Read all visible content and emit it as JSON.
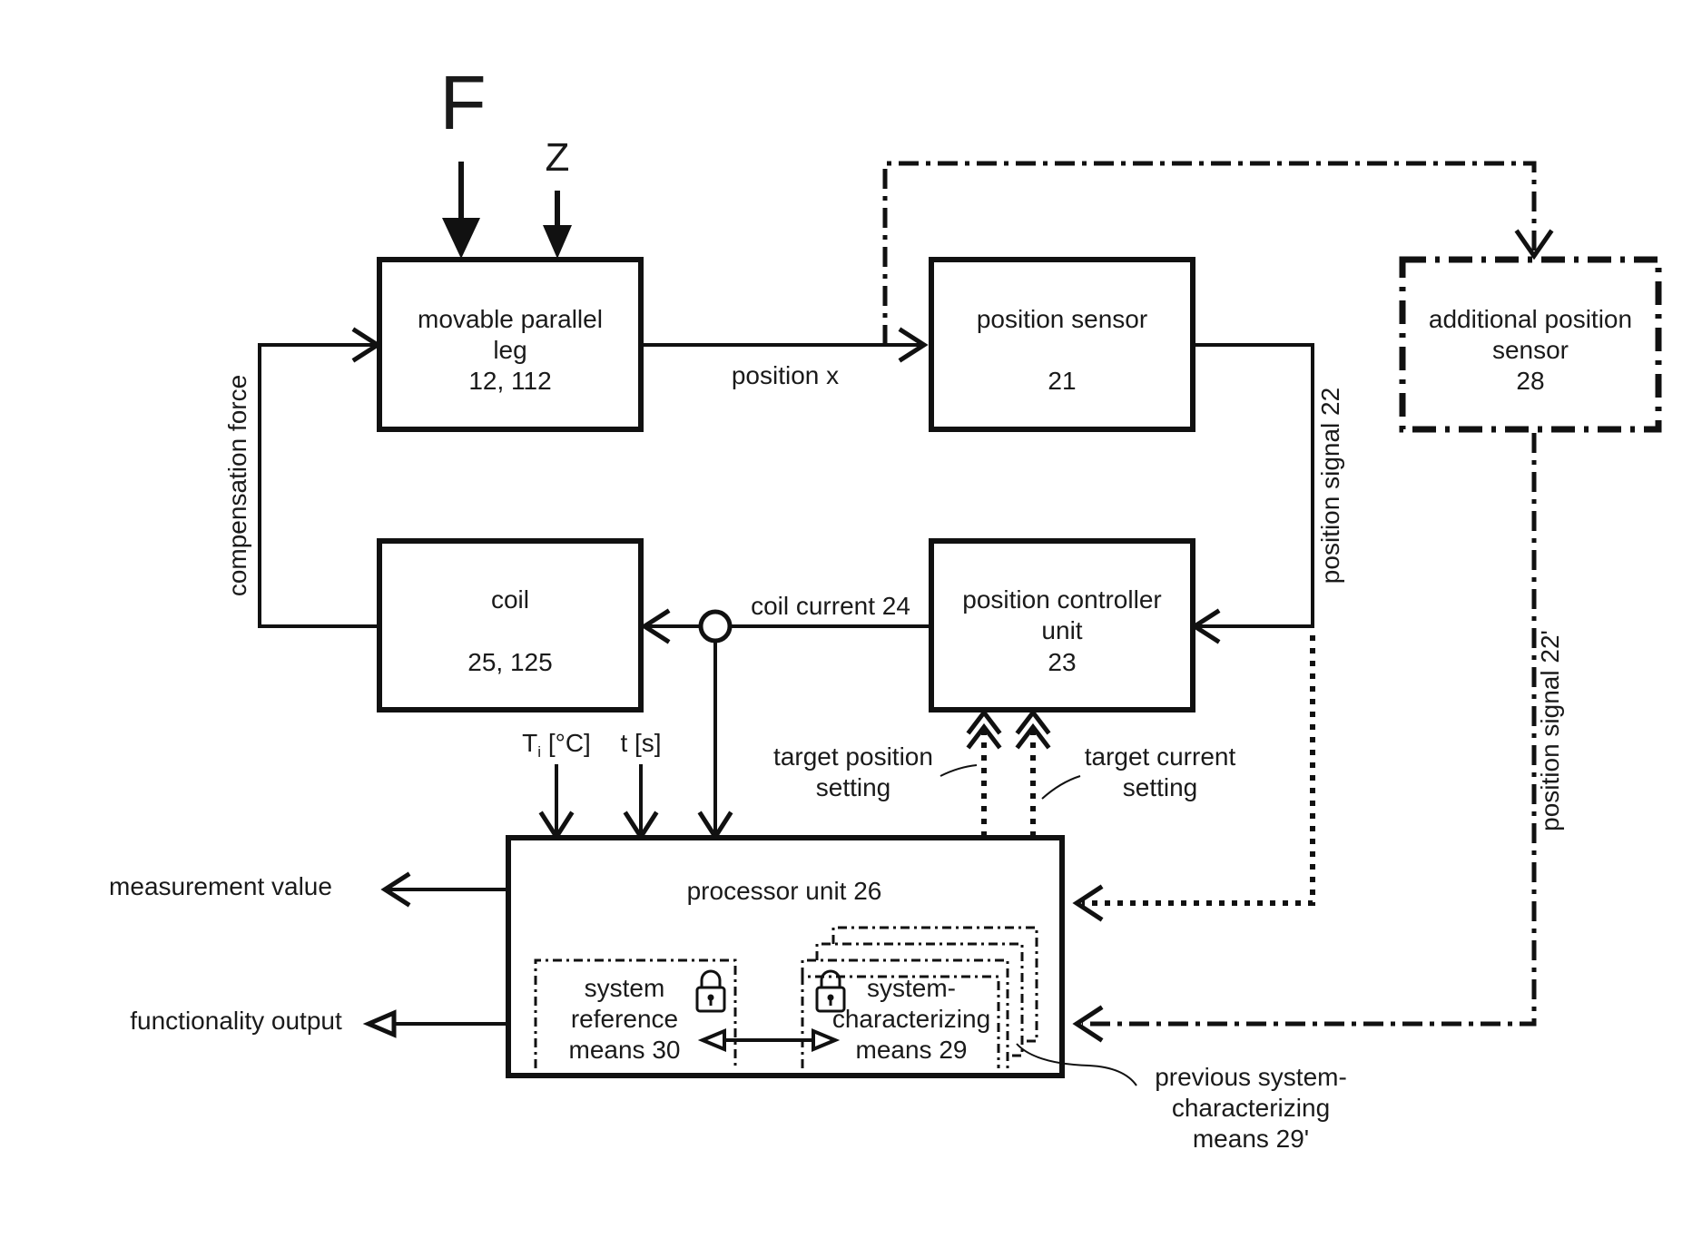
{
  "inputs": {
    "force": "F",
    "disturbance": "Z"
  },
  "boxes": {
    "movable_leg": {
      "line1": "movable parallel",
      "line2": "leg",
      "line3": "12, 112"
    },
    "position_sensor": {
      "line1": "position sensor",
      "line2": "21"
    },
    "additional_sensor": {
      "line1": "additional position",
      "line2": "sensor",
      "line3": "28"
    },
    "coil": {
      "line1": "coil",
      "line2": "25, 125"
    },
    "position_controller": {
      "line1": "position controller",
      "line2": "unit",
      "line3": "23"
    },
    "processor": {
      "title": "processor unit 26"
    },
    "system_reference": {
      "line1": "system",
      "line2": "reference",
      "line3": "means 30"
    },
    "system_characterizing": {
      "line1": "system-",
      "line2": "characterizing",
      "line3": "means 29"
    }
  },
  "labels": {
    "position_x": "position x",
    "compensation_force": "compensation force",
    "position_signal": "position signal 22",
    "position_signal_prime": "position signal 22'",
    "coil_current": "coil current 24",
    "temperature_T": "T",
    "temperature_sub": "i",
    "temperature_unit": " [°C]",
    "time": "t [s]",
    "target_position_1": "target position",
    "target_position_2": "setting",
    "target_current_1": "target current",
    "target_current_2": "setting",
    "measurement_value": "measurement value",
    "functionality_output": "functionality output",
    "previous_1": "previous system-",
    "previous_2": "characterizing",
    "previous_3": "means 29'"
  }
}
